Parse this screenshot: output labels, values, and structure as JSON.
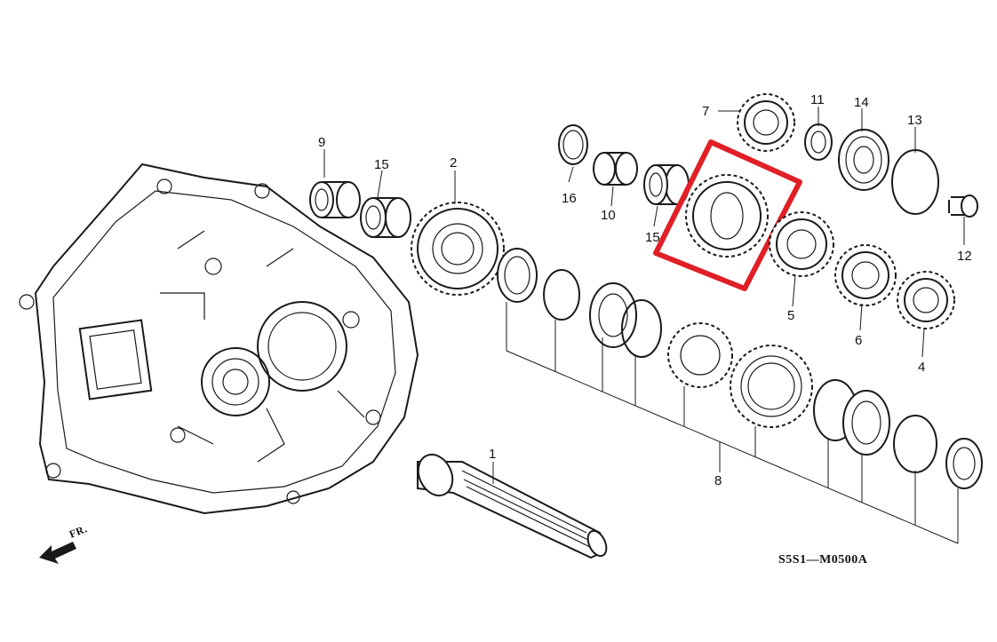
{
  "callouts": [
    "1",
    "2",
    "4",
    "5",
    "6",
    "7",
    "8",
    "9",
    "10",
    "11",
    "12",
    "13",
    "14",
    "15",
    "15",
    "16"
  ],
  "front_label": "FR.",
  "diagram_code": "S5S1—M0500A",
  "highlight_color": "#e01f26",
  "ink_color": "#1a1a1a"
}
